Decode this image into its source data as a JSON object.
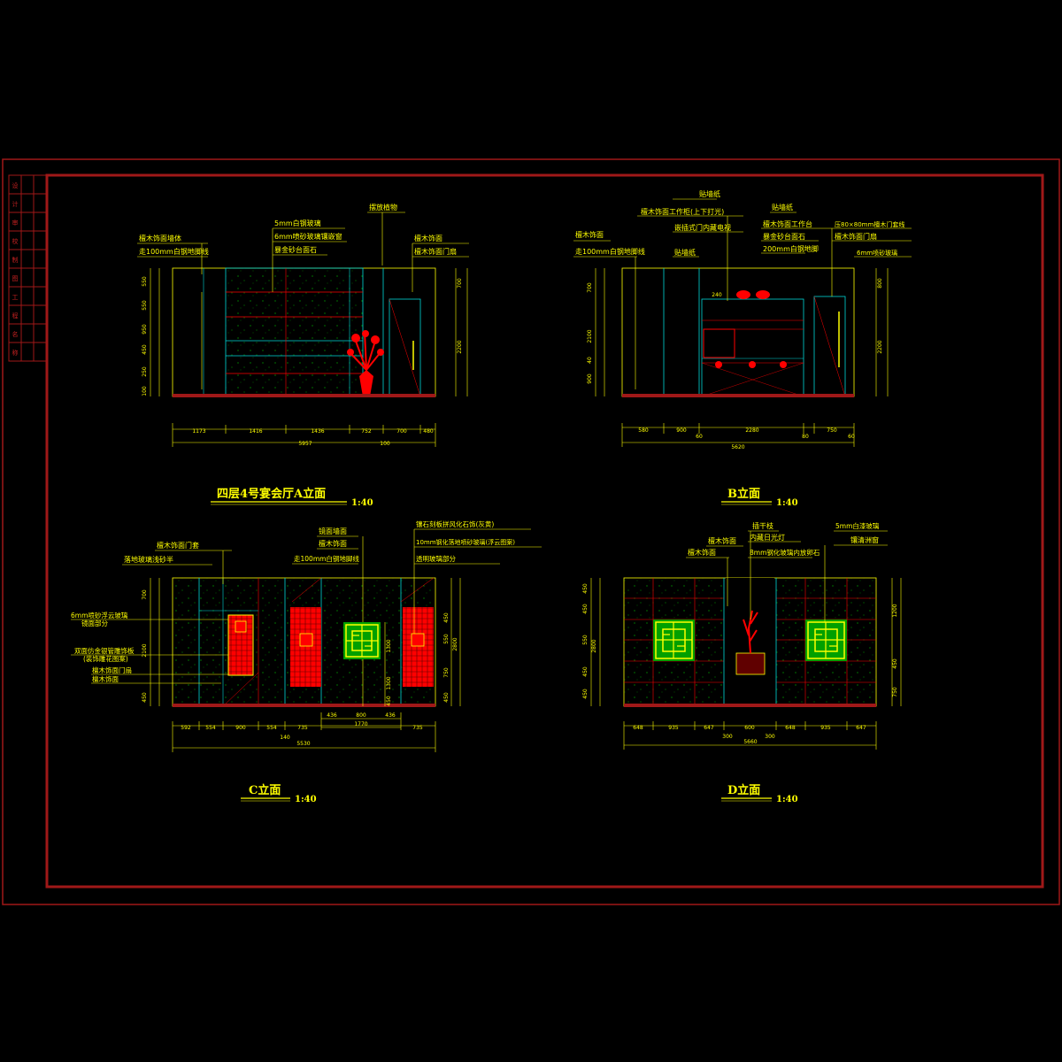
{
  "colors": {
    "background": "#000000",
    "frame": "#a01818",
    "text": "#ffff00",
    "line_cyan": "#00d8d8",
    "line_red": "#ff0000",
    "line_green": "#00c000"
  },
  "title_block": {
    "rows": [
      "设",
      "计",
      "审",
      "校",
      "制",
      "图",
      "工",
      "程",
      "名",
      "称"
    ]
  },
  "views": {
    "a": {
      "title": "四层4号宴会厅A立面",
      "scale": "1:40",
      "labels": {
        "l1": "檀木饰面墙体",
        "l2": "走100mm白钢地脚线",
        "l3": "5mm白钢玻璃",
        "l4": "6mm喷砂玻璃镶嵌窗",
        "l5": "暴金砂台面石",
        "l6": "摆放植物",
        "l7": "檀木饰面",
        "l8": "檀木饰面门扇"
      },
      "dims_bottom": [
        "1173",
        "1416",
        "1436",
        "752",
        "700",
        "480"
      ],
      "dim_total": "5957",
      "dim_sub": "100",
      "dims_left": [
        "550",
        "550",
        "950",
        "450",
        "250",
        "100"
      ],
      "dims_right": [
        "700",
        "2200"
      ]
    },
    "b": {
      "title": "B立面",
      "scale": "1:40",
      "labels": {
        "l1": "檀木饰面",
        "l2": "走100mm白钢地脚线",
        "l3": "贴墙纸",
        "l4": "檀木饰面工作柜(上下打光)",
        "l5": "嵌插式门内藏电视",
        "l6": "贴墙纸",
        "l7": "贴墙纸",
        "l8": "檀木饰面工作台",
        "l9": "暴金砂台面石",
        "l10": "200mm白钢地脚",
        "l11": "压80×80mm檀木门套线",
        "l12": "檀木饰面门扇",
        "l13": "6mm喷砂玻璃"
      },
      "dim_240": "240",
      "dims_bottom": [
        "580",
        "900",
        "2280",
        "750"
      ],
      "dim_total": "5620",
      "dims_sub": [
        "60",
        "80",
        "60"
      ],
      "dims_left": [
        "700",
        "2100",
        "40",
        "900"
      ],
      "dims_right": [
        "800",
        "2200"
      ]
    },
    "c": {
      "title": "C立面",
      "scale": "1:40",
      "labels": {
        "l1": "檀木饰面门套",
        "l2": "落地玻璃浅砂半",
        "l3": "6mm喷砂浮云玻璃",
        "l4": "镜面部分",
        "l5": "双面仿金银管雕饰板",
        "l6": "(装饰雕花图案)",
        "l7": "檀木饰面门扇",
        "l8": "檀木饰面",
        "l9": "镜面墙面",
        "l10": "檀木饰面",
        "l11": "走100mm白钢地脚线",
        "l12": "镶石刻板拼风化石饰(灰黄)",
        "l13": "10mm钢化落地喷砂玻璃(浮云图案)",
        "l14": "透明玻璃部分"
      },
      "dims_mid": [
        "436",
        "800",
        "436"
      ],
      "dim_1770": "1770",
      "dims_bottom": [
        "592",
        "554",
        "900",
        "554",
        "735",
        "735"
      ],
      "dim_sub": "140",
      "dim_total": "5530",
      "dims_left": [
        "700",
        "2100",
        "450"
      ],
      "dims_mid_v": [
        "1300",
        "1300",
        "450"
      ],
      "dims_right": [
        "450",
        "550",
        "2800",
        "750",
        "450"
      ]
    },
    "d": {
      "title": "D立面",
      "scale": "1:40",
      "labels": {
        "l1": "檀木饰面",
        "l2": "檀木饰面",
        "l3": "插干枝",
        "l4": "内藏日光灯",
        "l5": "8mm钢化玻璃内放卵石",
        "l6": "5mm白漆玻璃",
        "l7": "镶清洲窗"
      },
      "dims_bottom": [
        "648",
        "935",
        "647",
        "600",
        "648",
        "935",
        "647"
      ],
      "dims_sub": [
        "300",
        "300"
      ],
      "dim_total": "5660",
      "dims_left": [
        "450",
        "450",
        "550",
        "450",
        "450",
        "2800"
      ],
      "dims_right": [
        "1200",
        "450",
        "750"
      ]
    }
  }
}
